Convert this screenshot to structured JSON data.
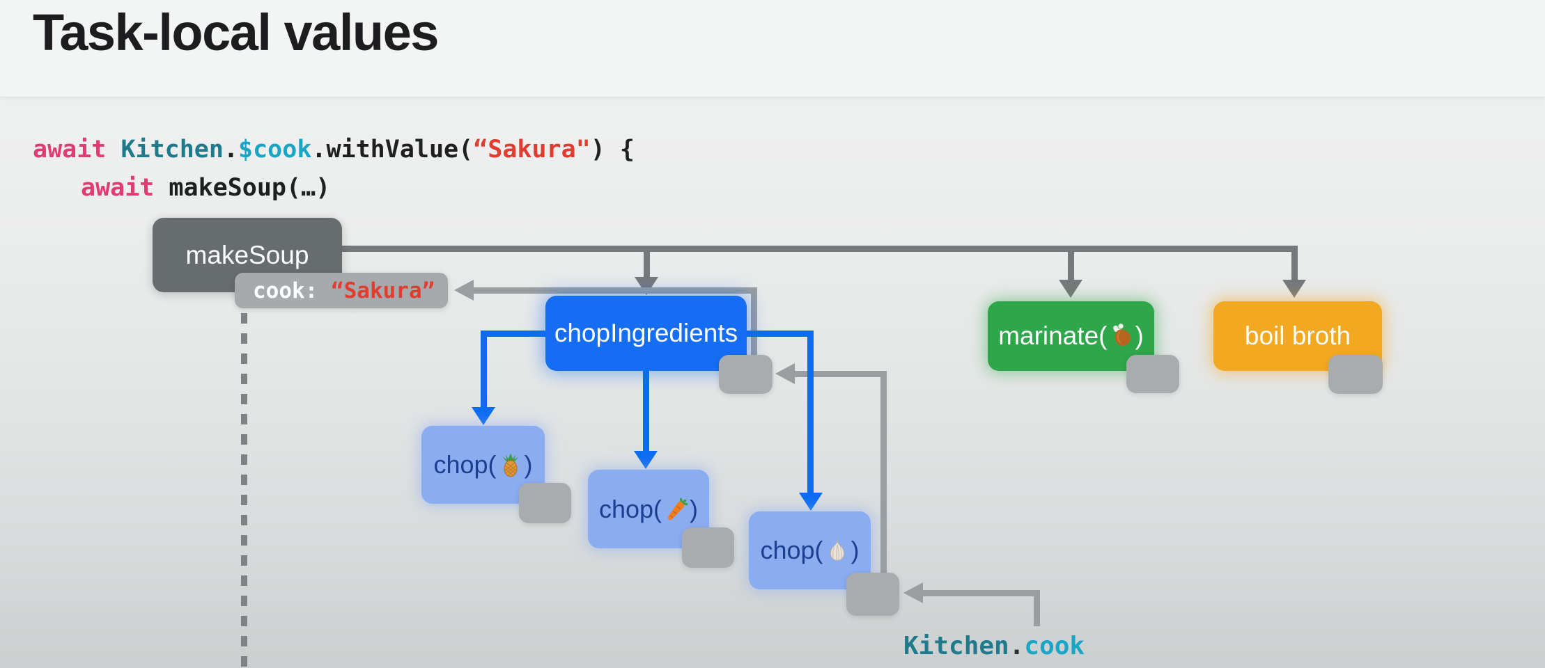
{
  "header": {
    "title": "Task-local values"
  },
  "code": {
    "line1": {
      "kw": "await",
      "sp": " ",
      "type": "Kitchen",
      "dot": ".",
      "prop": "$cook",
      "mid": ".withValue(",
      "str": "“Sakura\"",
      "end": ") {"
    },
    "line2": {
      "kw": "await",
      "rest": " makeSoup(…)"
    }
  },
  "diagram": {
    "makesoup": {
      "label": "makeSoup"
    },
    "cook_badge": {
      "key": "cook: ",
      "value": "“Sakura”"
    },
    "chop_ingredients": {
      "label": "chopIngredients"
    },
    "chop_pineapple": {
      "pre": "chop(",
      "emoji": "🍍",
      "post": ")"
    },
    "chop_carrot": {
      "pre": "chop(",
      "emoji": "🥕",
      "post": ")"
    },
    "chop_garlic": {
      "pre": "chop(",
      "emoji": "🧄",
      "post": ")"
    },
    "marinate": {
      "pre": "marinate(",
      "emoji": "🍗",
      "post": ")"
    },
    "boil_broth": {
      "label": "boil broth"
    },
    "kitchen_cook": {
      "namespace": "Kitchen",
      "dot": ".",
      "member": "cook"
    }
  },
  "colors": {
    "background_top": "#f3f4f4",
    "background_bottom": "#ced1d1",
    "title": "#1d1d1f",
    "parent_task_blue": "#146df2",
    "child_task_blue": "#8aacf0",
    "child_text_navy": "#1c3f90",
    "marinate_green": "#2ea64a",
    "boil_amber": "#f3a821",
    "makesoup_gray": "#676c6e",
    "badge_gray": "#a7aaac",
    "node_gray": "#a9acae",
    "tree_line_gray": "#76797b",
    "lookup_line_gray": "#9a9ea0",
    "dashed_line_gray": "#7e8284",
    "code_keyword_pink": "#e13b74",
    "code_type_teal": "#1f7a8c",
    "code_property_cyan": "#18a5c6",
    "code_string_red": "#e03c30",
    "code_plain": "#1d1f20"
  }
}
